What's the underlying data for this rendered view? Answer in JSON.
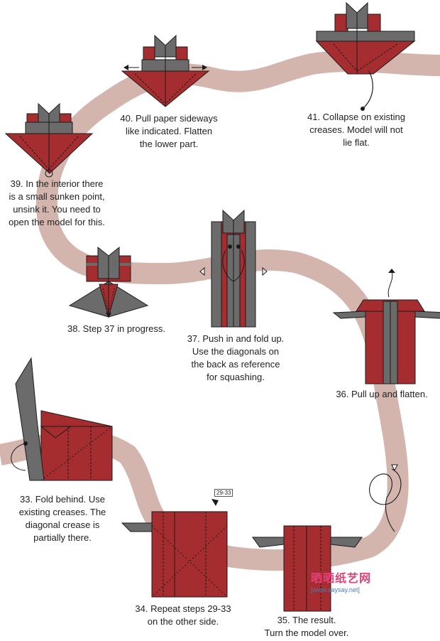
{
  "colors": {
    "band": "#d4b5ae",
    "paper_red": "#a52d2f",
    "paper_gray": "#6b6b6b",
    "line": "#1a1a1a",
    "watermark_pink": "#e3407a",
    "watermark_blue": "#5577aa"
  },
  "steps": [
    {
      "id": "39",
      "caption": "39. In the interior there\nis a small sunken point,\nunsink it. You need to\nopen the model for this."
    },
    {
      "id": "40",
      "caption": "40. Pull paper sideways\nlike indicated. Flatten\nthe lower part."
    },
    {
      "id": "41",
      "caption": "41. Collapse on existing\ncreases. Model will not\nlie flat."
    },
    {
      "id": "38",
      "caption": "38. Step 37 in progress."
    },
    {
      "id": "37",
      "caption": "37. Push in and fold up.\nUse the diagonals on\nthe back as reference\nfor squashing."
    },
    {
      "id": "36",
      "caption": "36. Pull up and flatten."
    },
    {
      "id": "33",
      "caption": "33. Fold behind. Use\nexisting creases. The\ndiagonal crease is\npartially there."
    },
    {
      "id": "34",
      "caption": "34. Repeat steps 29-33\non the other side."
    },
    {
      "id": "35",
      "caption": "35. The result.\nTurn the model over."
    }
  ],
  "reference_box": "29-33",
  "watermark": {
    "site_cn": "晒晒纸艺网",
    "url": "[www.saysay.net]"
  },
  "icons": [
    "arrow-left-icon",
    "arrow-right-icon",
    "curved-arrow-icon",
    "push-arrow-icon",
    "loop-arrow-icon"
  ]
}
